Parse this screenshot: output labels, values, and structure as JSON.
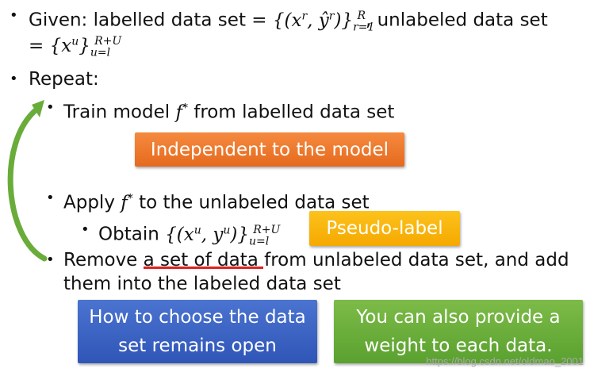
{
  "bullets": {
    "given_prefix": "Given: labelled data set = ",
    "given_labelled_set": "{(x^r, ŷ^r)}_{r=1}^R",
    "given_middle": ", unlabeled data set",
    "given_unlabeled_set": "= {x^u}_{u=l}^{R+U}",
    "repeat": "Repeat:",
    "train_prefix": "Train model ",
    "train_math": "f*",
    "train_suffix": " from labelled data set",
    "apply_prefix": "Apply ",
    "apply_math": "f*",
    "apply_suffix": " to the unlabeled data set",
    "obtain_prefix": "Obtain ",
    "obtain_math": "{(x^u, y^u)}_{u=l}^{R+U}",
    "remove_before": "Remove ",
    "remove_underlined": "a set of data",
    "remove_after": " from unlabeled data set, and add",
    "remove_line2": "them into the labeled data set"
  },
  "callouts": {
    "independent": "Independent  to the model",
    "pseudo_label": "Pseudo-label",
    "how_to_choose_line1": "How to choose the data",
    "how_to_choose_line2": "set remains open",
    "weight_line1": "You can also provide a",
    "weight_line2": "weight to each data."
  },
  "watermark": "https://blog.csdn.net/oldmao_2001",
  "colors": {
    "orange": "#e56a1e",
    "yellow": "#f5a900",
    "blue": "#2f56b7",
    "green": "#5aa12f",
    "arrow": "#6aac3a",
    "underline": "#e02020"
  }
}
